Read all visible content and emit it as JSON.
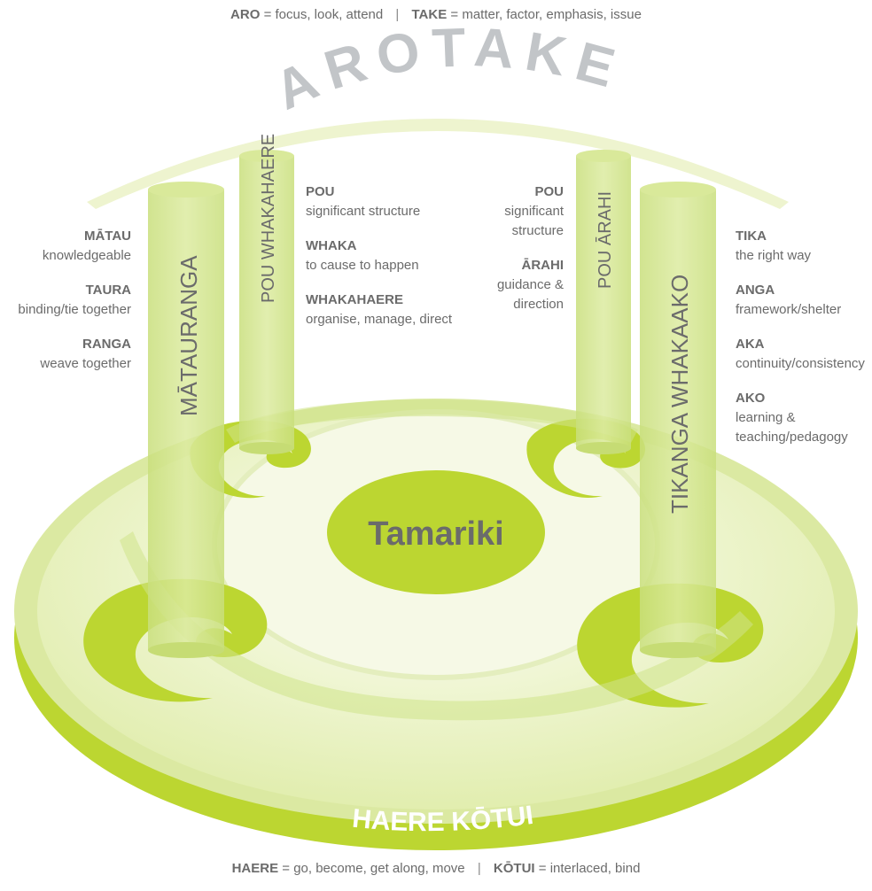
{
  "top_legend": {
    "aro": {
      "term": "ARO",
      "definition": "focus, look, attend"
    },
    "take": {
      "term": "TAKE",
      "definition": "matter, factor, emphasis, issue"
    },
    "equals": "=",
    "separator": "|"
  },
  "arch_title": "AROTAKE",
  "center_label": "Tamariki",
  "base_label": "HAERE KŌTUI",
  "bottom_legend": {
    "haere": {
      "term": "HAERE",
      "definition": "go, become, get along, move"
    },
    "kotui": {
      "term": "KŌTUI",
      "definition": "interlaced, bind"
    },
    "equals": "=",
    "separator": "|"
  },
  "pillars": {
    "matauranga": "MĀTAURANGA",
    "pou_whakahaere": "POU WHAKAHAERE",
    "pou_arahi": "POU ĀRAHI",
    "tikanga_whakaako": "TIKANGA WHAKAAKO"
  },
  "glossary": {
    "matauranga": [
      {
        "term": "MĀTAU",
        "definition": "knowledgeable"
      },
      {
        "term": "TAURA",
        "definition": "binding/tie together"
      },
      {
        "term": "RANGA",
        "definition": "weave together"
      }
    ],
    "pou_whakahaere": [
      {
        "term": "POU",
        "definition": "significant structure"
      },
      {
        "term": "WHAKA",
        "definition": "to cause to happen"
      },
      {
        "term": "WHAKAHAERE",
        "definition": "organise, manage, direct"
      }
    ],
    "pou_arahi": [
      {
        "term": "POU",
        "definition_lines": [
          "significant",
          "structure"
        ]
      },
      {
        "term": "ĀRAHI",
        "definition_lines": [
          "guidance &",
          "direction"
        ]
      }
    ],
    "tikanga_whakaako": [
      {
        "term": "TIKA",
        "definition": "the right way"
      },
      {
        "term": "ANGA",
        "definition": "framework/shelter"
      },
      {
        "term": "AKA",
        "definition": "continuity/consistency"
      },
      {
        "term": "AKO",
        "definition_lines": [
          "learning &",
          "teaching/pedagogy"
        ]
      }
    ]
  },
  "colors": {
    "lime": "#bcd631",
    "lime_dark": "#a9c322",
    "pale_green": "#eaf3c4",
    "pillar_green": "#cfe38a",
    "text_grey": "#6b6b6b",
    "arch_text": "#c2c5c8"
  }
}
